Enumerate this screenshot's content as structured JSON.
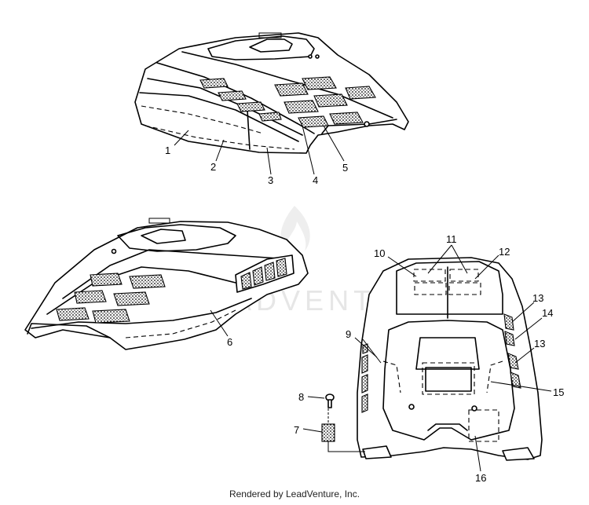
{
  "watermark": {
    "text": "LEADVENTURE"
  },
  "footer": {
    "credit": "Rendered by LeadVenture, Inc."
  },
  "callouts": [
    {
      "id": "c1",
      "label": "1"
    },
    {
      "id": "c2",
      "label": "2"
    },
    {
      "id": "c3",
      "label": "3"
    },
    {
      "id": "c4",
      "label": "4"
    },
    {
      "id": "c5",
      "label": "5"
    },
    {
      "id": "c6",
      "label": "6"
    },
    {
      "id": "c7",
      "label": "7"
    },
    {
      "id": "c8",
      "label": "8"
    },
    {
      "id": "c9",
      "label": "9"
    },
    {
      "id": "c10",
      "label": "10"
    },
    {
      "id": "c11",
      "label": "11"
    },
    {
      "id": "c12",
      "label": "12"
    },
    {
      "id": "c13a",
      "label": "13"
    },
    {
      "id": "c14",
      "label": "14"
    },
    {
      "id": "c13b",
      "label": "13"
    },
    {
      "id": "c15",
      "label": "15"
    },
    {
      "id": "c16",
      "label": "16"
    }
  ]
}
